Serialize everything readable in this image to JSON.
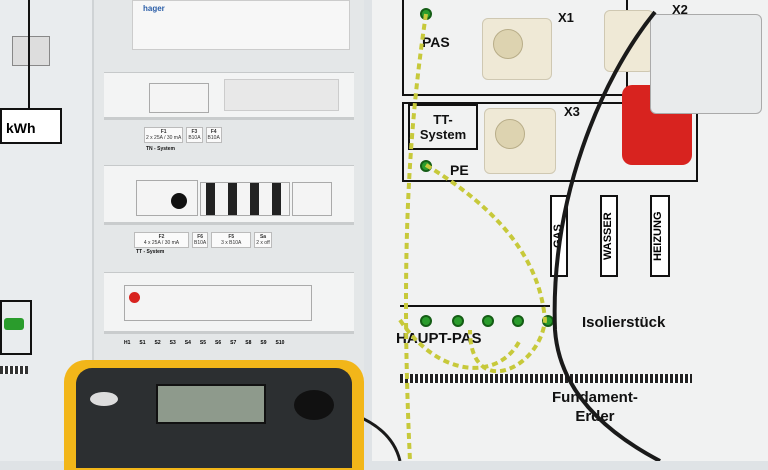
{
  "left_panel": {
    "meter_label": "kWh"
  },
  "cabinet": {
    "brand": "hager",
    "row1": {
      "labels": [
        {
          "name": "F1",
          "sub": "2 x 25A / 30 mA"
        },
        {
          "name": "F3",
          "sub": "B10A"
        },
        {
          "name": "F4",
          "sub": "B10A"
        }
      ],
      "system": "TN - System"
    },
    "row2": {
      "labels": [
        {
          "name": "F2",
          "sub": "4 x 25A / 30 mA"
        },
        {
          "name": "F6",
          "sub": "B10A"
        },
        {
          "name": "F5",
          "sub": "3 x B10A"
        },
        {
          "name": "Sa",
          "sub": "2 x off"
        }
      ],
      "system": "TT - System"
    },
    "row3": {
      "labels": [
        "H1",
        "S1",
        "S2",
        "S3",
        "S4",
        "S5",
        "S6",
        "S7",
        "S8",
        "S9",
        "S10"
      ]
    }
  },
  "board": {
    "pas": "PAS",
    "x1": "X1",
    "x2": "X2",
    "tt_system": "TT-\nSystem",
    "x3": "X3",
    "pe": "PE",
    "pipes": [
      "GAS",
      "WASSER",
      "HEIZUNG"
    ],
    "isolierstueck": "Isolierstück",
    "haupt_pas": "HAUPT-PAS",
    "fundament": "Fundament-\nErder"
  },
  "colors": {
    "tester": "#f2b619",
    "earth_wire": "#c7c93a",
    "plug": "#d8231f",
    "jack": "#2a9c2c"
  }
}
